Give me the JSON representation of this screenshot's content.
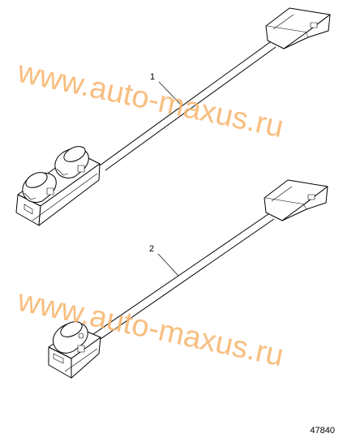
{
  "parts": [
    {
      "callout": "1",
      "name": "switch-assembly-double"
    },
    {
      "callout": "2",
      "name": "switch-assembly-single"
    }
  ],
  "figure_number": "47840",
  "watermark": "www.auto-maxus.ru",
  "colors": {
    "line": "#000000",
    "fill": "#ffffff",
    "watermark": "#f7b36a"
  }
}
